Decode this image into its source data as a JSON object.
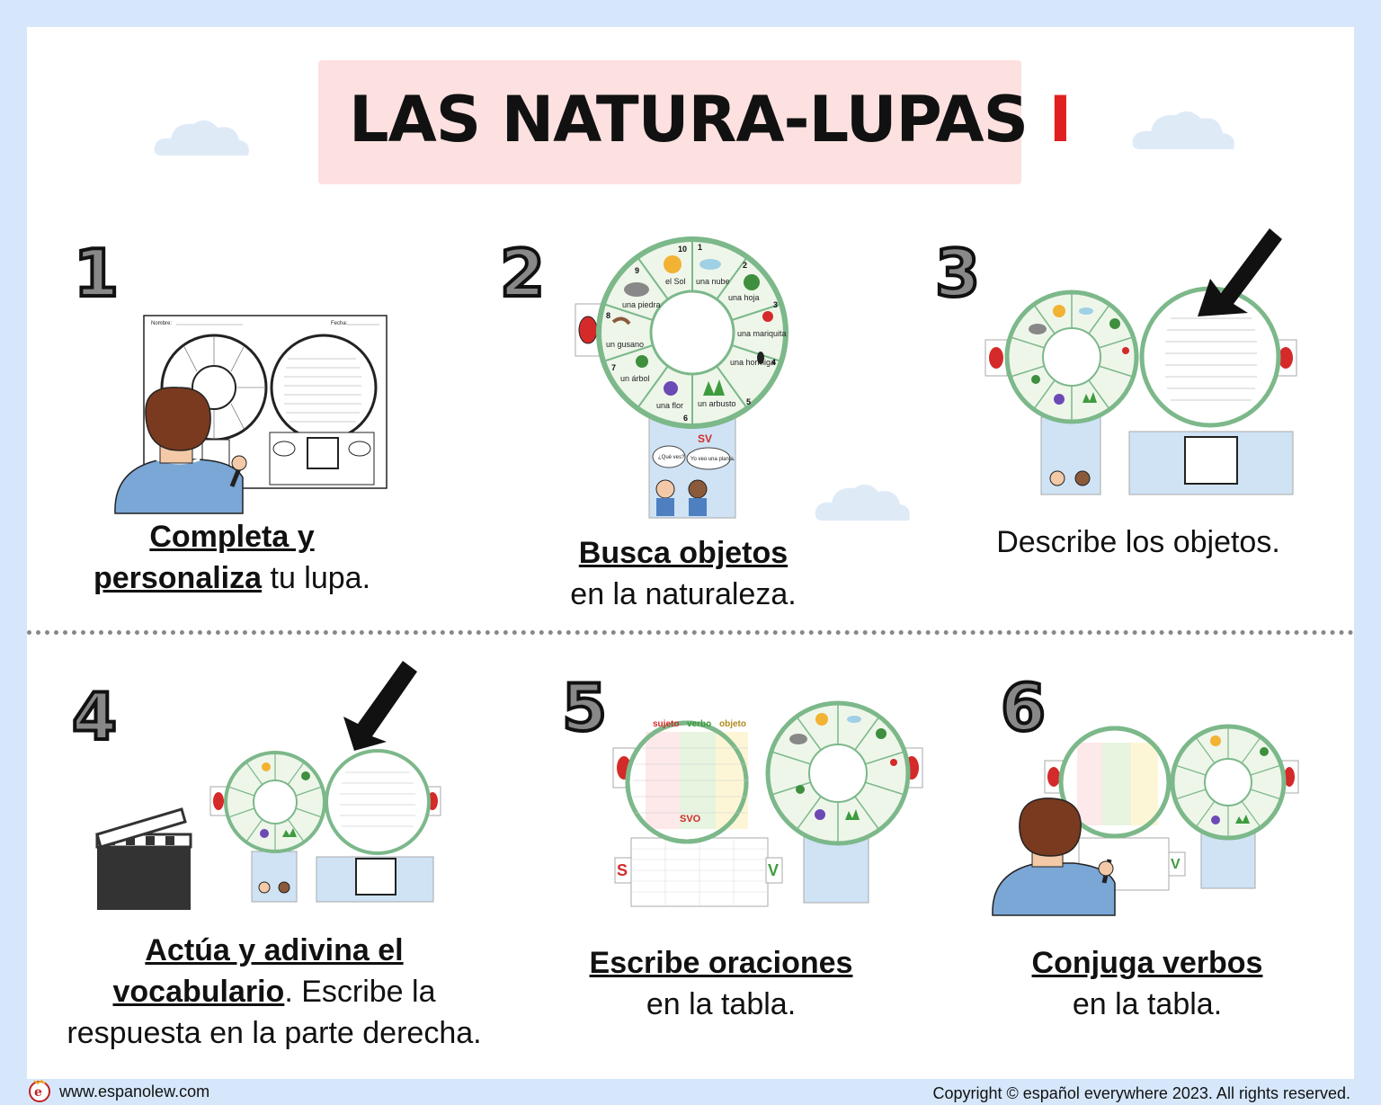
{
  "title": {
    "text": "LAS NATURA-LUPAS",
    "mark": "I"
  },
  "steps": [
    {
      "number": "1",
      "line1_bold": "Completa y",
      "line2_bold": "personaliza",
      "line2_rest": " tu lupa."
    },
    {
      "number": "2",
      "line1_bold": "Busca objetos",
      "line2": "en la naturaleza."
    },
    {
      "number": "3",
      "text": "Describe los objetos."
    },
    {
      "number": "4",
      "line1_bold": "Actúa y adivina el",
      "line2_bold": "vocabulario",
      "line2_rest": ". Escribe la",
      "line3": "respuesta en la parte derecha."
    },
    {
      "number": "5",
      "line1_bold": "Escribe oraciones",
      "line2": "en la tabla."
    },
    {
      "number": "6",
      "line1_bold": "Conjuga verbos",
      "line2": "en la tabla."
    }
  ],
  "wheel_items": [
    "el Sol",
    "una nube",
    "una hoja",
    "una mariquita",
    "una hormiga",
    "un arbusto",
    "una flor",
    "un árbol",
    "un gusano",
    "una piedra"
  ],
  "wheel_numbers": [
    "1",
    "2",
    "3",
    "4",
    "5",
    "6",
    "7",
    "8",
    "9",
    "10"
  ],
  "svo_headers": [
    "sujeto",
    "verbo",
    "objeto"
  ],
  "speech": {
    "question": "¿Qué ves?",
    "answer": "Yo veo una planta.",
    "sv": "SV",
    "svo": "SVO"
  },
  "worksheet": {
    "name_label": "Nombre:",
    "date_label": "Fecha:"
  },
  "footer": {
    "website": "www.espanolew.com",
    "copyright": "Copyright © español everywhere 2023. All rights reserved."
  },
  "colors": {
    "background": "#d6e7fb",
    "title_box": "#fde0e0",
    "wheel_green": "#7cb88a",
    "accent_red": "#e02020"
  }
}
